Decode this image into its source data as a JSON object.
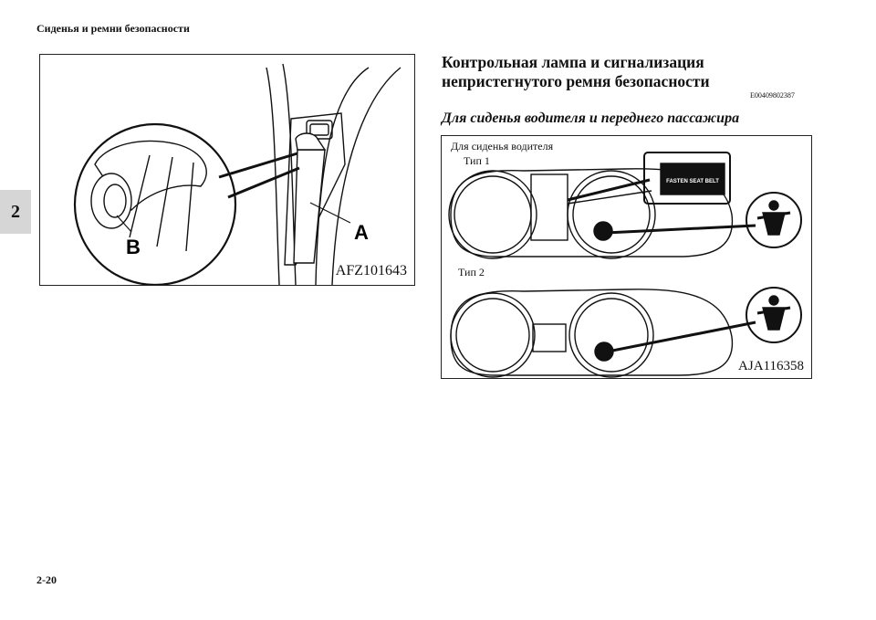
{
  "header": {
    "section": "Сиденья и ремни безопасности"
  },
  "chapter_tab": "2",
  "page_number": "2-20",
  "figure1": {
    "code": "AFZ101643",
    "label_a": "A",
    "label_b": "B"
  },
  "section": {
    "title_line1": "Контрольная лампа и сигнализация",
    "title_line2": "непристегнутого ремня безопасности",
    "code": "E00409802387",
    "subtitle": "Для сиденья водителя и переднего пассажира"
  },
  "figure2": {
    "caption": "Для сиденья водителя",
    "type1": "Тип 1",
    "type2": "Тип 2",
    "display_text": "FASTEN SEAT BELT",
    "code": "AJA116358"
  }
}
